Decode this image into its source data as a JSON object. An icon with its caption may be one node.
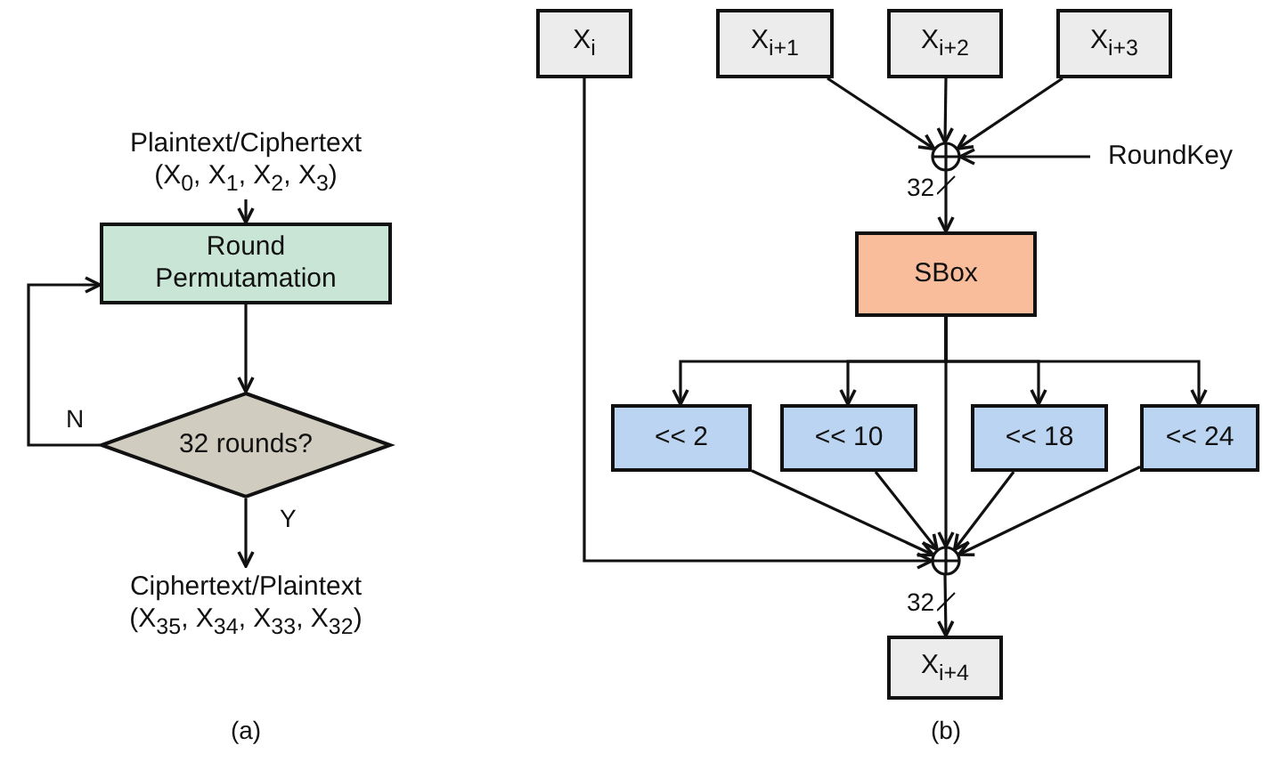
{
  "diagram": {
    "nodes": [
      {
        "text": [
          "Plaintext/Ciphertext",
          "(X$_{0}$, X$_{1}$, X$_{2}$, X$_{3}$)"
        ]
      },
      {
        "text": [
          "Round Permutamation"
        ]
      },
      {
        "text": [
          "32 rounds?"
        ]
      },
      {
        "text": [
          "Ciphertext/Plaintext",
          "(X$_{35}$, X$_{34}$, X$_{33}$, X$_{32}$)"
        ]
      },
      {
        "text": [
          "X$_{i}$"
        ]
      },
      {
        "text": [
          "X$_{i+1}$"
        ]
      },
      {
        "text": [
          "X$_{i+2}$"
        ]
      },
      {
        "text": [
          "X$_{i+3}$"
        ]
      },
      {
        "text": [],
        "shape": "circle"
      },
      {
        "text": [
          "RoundKey"
        ]
      },
      {
        "text": [
          "SBox"
        ]
      },
      {
        "text": [
          "<< 2"
        ]
      },
      {
        "text": [
          "<< 10"
        ]
      },
      {
        "text": [
          "<< 18"
        ]
      },
      {
        "text": [
          "<< 24"
        ]
      },
      {
        "text": [],
        "shape": "circle"
      },
      {
        "text": [
          "X$_{i+4}$"
        ]
      }
    ],
    "edges": [
      {
        "from": 0,
        "to": 1,
        "arrow": "to"
      },
      {
        "from": 1,
        "to": 2,
        "arrow": "to"
      },
      {
        "from": 2,
        "to": 1,
        "arrow": "to",
        "label": "N"
      },
      {
        "from": 2,
        "to": 3,
        "arrow": "to",
        "label": "Y"
      },
      {
        "from": 5,
        "to": 8,
        "arrow": "to"
      },
      {
        "from": 6,
        "to": 8,
        "arrow": "to"
      },
      {
        "from": 7,
        "to": 8,
        "arrow": "to"
      },
      {
        "from": 9,
        "to": 8,
        "arrow": "to"
      },
      {
        "from": 8,
        "to": 10,
        "arrow": "to",
        "label": "32"
      },
      {
        "from": 10,
        "to": 11,
        "arrow": "to"
      },
      {
        "from": 10,
        "to": 12,
        "arrow": "to"
      },
      {
        "from": 10,
        "to": 13,
        "arrow": "to"
      },
      {
        "from": 10,
        "to": 14,
        "arrow": "to"
      },
      {
        "from": 10,
        "to": 15,
        "arrow": "to"
      },
      {
        "from": 11,
        "to": 15,
        "arrow": "to"
      },
      {
        "from": 12,
        "to": 15,
        "arrow": "to"
      },
      {
        "from": 13,
        "to": 15,
        "arrow": "to"
      },
      {
        "from": 14,
        "to": 15,
        "arrow": "to"
      },
      {
        "from": 4,
        "to": 15,
        "arrow": "to"
      },
      {
        "from": 15,
        "to": 16,
        "arrow": "to",
        "label": "32"
      }
    ],
    "labels": [
      "(a)",
      "(b)"
    ]
  }
}
